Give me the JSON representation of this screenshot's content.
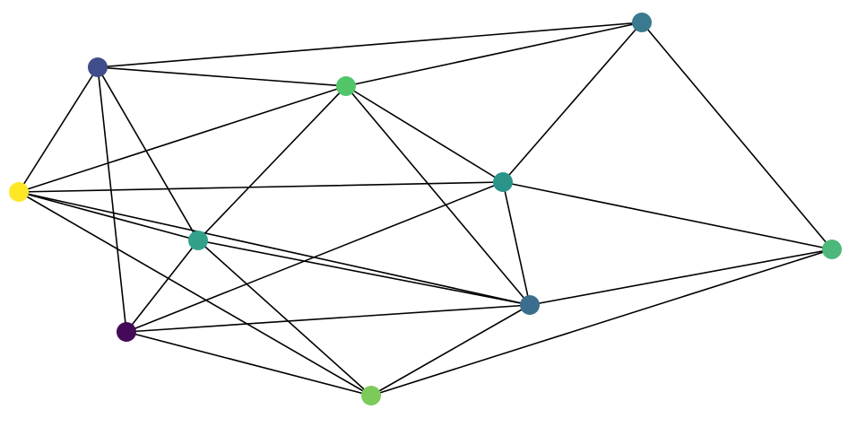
{
  "graph": {
    "edge_color": "#000000",
    "background": "#ffffff",
    "nodes": [
      {
        "id": "n1",
        "color": "#3f4d8a"
      },
      {
        "id": "n2",
        "color": "#52c569"
      },
      {
        "id": "n3",
        "color": "#3a7a8e"
      },
      {
        "id": "n4",
        "color": "#fde725"
      },
      {
        "id": "n5",
        "color": "#2a938a"
      },
      {
        "id": "n6",
        "color": "#33a08a"
      },
      {
        "id": "n7",
        "color": "#4db87a"
      },
      {
        "id": "n8",
        "color": "#3b6e8c"
      },
      {
        "id": "n9",
        "color": "#440a57"
      },
      {
        "id": "n10",
        "color": "#7ccb5a"
      }
    ],
    "edges": [
      [
        "n1",
        "n3"
      ],
      [
        "n1",
        "n2"
      ],
      [
        "n1",
        "n4"
      ],
      [
        "n1",
        "n6"
      ],
      [
        "n1",
        "n9"
      ],
      [
        "n2",
        "n3"
      ],
      [
        "n2",
        "n4"
      ],
      [
        "n2",
        "n6"
      ],
      [
        "n2",
        "n5"
      ],
      [
        "n2",
        "n8"
      ],
      [
        "n3",
        "n5"
      ],
      [
        "n3",
        "n7"
      ],
      [
        "n4",
        "n5"
      ],
      [
        "n4",
        "n6"
      ],
      [
        "n4",
        "n8"
      ],
      [
        "n4",
        "n10"
      ],
      [
        "n5",
        "n7"
      ],
      [
        "n5",
        "n8"
      ],
      [
        "n5",
        "n9"
      ],
      [
        "n6",
        "n9"
      ],
      [
        "n6",
        "n8"
      ],
      [
        "n6",
        "n10"
      ],
      [
        "n7",
        "n8"
      ],
      [
        "n7",
        "n10"
      ],
      [
        "n8",
        "n9"
      ],
      [
        "n8",
        "n10"
      ],
      [
        "n9",
        "n10"
      ]
    ]
  }
}
